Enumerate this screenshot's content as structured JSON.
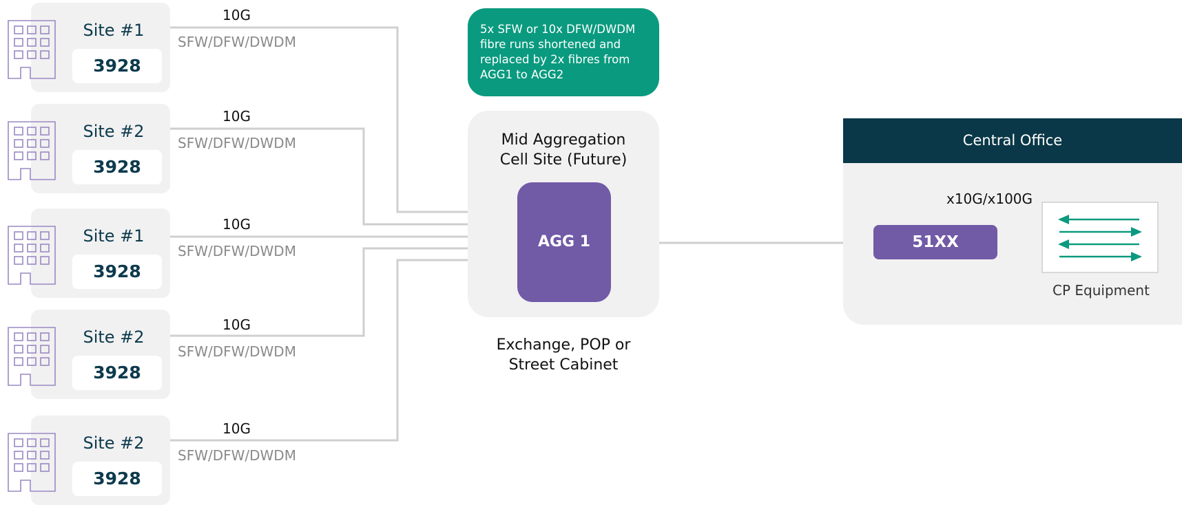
{
  "sites": [
    {
      "title": "Site #1",
      "number": "3928",
      "speed": "10G",
      "medium": "SFW/DFW/DWDM"
    },
    {
      "title": "Site #2",
      "number": "3928",
      "speed": "10G",
      "medium": "SFW/DFW/DWDM"
    },
    {
      "title": "Site #1",
      "number": "3928",
      "speed": "10G",
      "medium": "SFW/DFW/DWDM"
    },
    {
      "title": "Site #2",
      "number": "3928",
      "speed": "10G",
      "medium": "SFW/DFW/DWDM"
    },
    {
      "title": "Site #2",
      "number": "3928",
      "speed": "10G",
      "medium": "SFW/DFW/DWDM"
    }
  ],
  "note": {
    "text": "5x SFW or 10x DFW/DWDM fibre runs shortened and replaced by 2x fibres from AGG1 to AGG2"
  },
  "mid_aggregation": {
    "title_line1": "Mid Aggregation",
    "title_line2": "Cell Site (Future)",
    "node": "AGG 1",
    "location_line1": "Exchange, POP or",
    "location_line2": "Street Cabinet"
  },
  "central_office": {
    "title": "Central Office",
    "speed": "x10G/x100G",
    "node": "51XX",
    "equipment_label": "CP Equipment"
  },
  "colors": {
    "purple": "#715aa6",
    "teal": "#0a9a7f",
    "dark_teal": "#0a3848",
    "panel_grey": "#f1f1f1",
    "line_grey": "#cfcfcf"
  }
}
